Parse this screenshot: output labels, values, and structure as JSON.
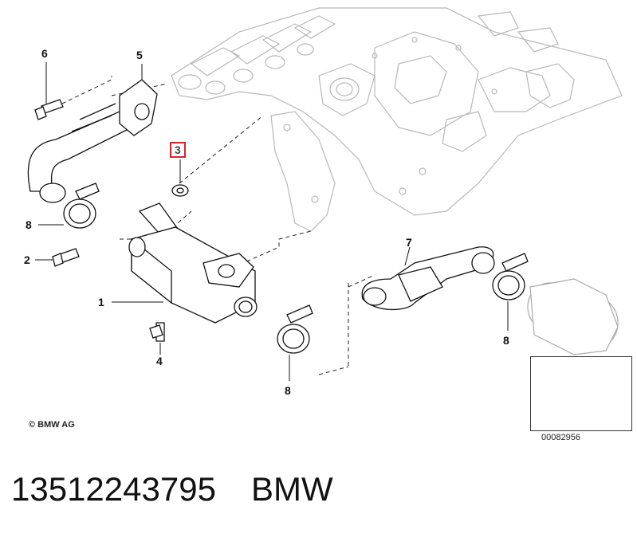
{
  "callouts": {
    "c1": "1",
    "c2": "2",
    "c3": "3",
    "c4": "4",
    "c5": "5",
    "c6": "6",
    "c7": "7",
    "c8a": "8",
    "c8b": "8",
    "c8c": "8"
  },
  "highlight_color": "#d9232d",
  "copyright": "© BMW AG",
  "inset_code": "00082956",
  "part_number": "13512243795",
  "brand": "BMW"
}
